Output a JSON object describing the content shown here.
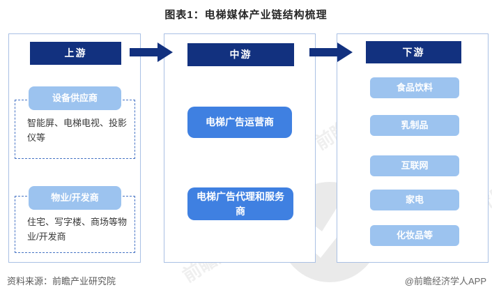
{
  "title": "图表1：电梯媒体产业链结构梳理",
  "upstream": {
    "header": "上游",
    "groups": [
      {
        "label": "设备供应商",
        "desc": "智能屏、电梯电视、投影仪等"
      },
      {
        "label": "物业/开发商",
        "desc": "住宅、写字楼、商场等物业/开发商"
      }
    ]
  },
  "midstream": {
    "header": "中游",
    "boxes": [
      "电梯广告运营商",
      "电梯广告代理和服务商"
    ]
  },
  "downstream": {
    "header": "下游",
    "boxes": [
      "食品饮料",
      "乳制品",
      "互联网",
      "家电",
      "化妆品等"
    ]
  },
  "footer": {
    "source": "资料来源：前瞻产业研究院",
    "credit": "@前瞻经济学人APP"
  },
  "watermark": {
    "text": "前瞻产业研究院"
  },
  "colors": {
    "navy": "#12317f",
    "light_blue": "#9cc3ef",
    "medium_blue": "#3f80e1",
    "panel_border": "#a9c0e4",
    "dashed_border": "#4472c4"
  }
}
